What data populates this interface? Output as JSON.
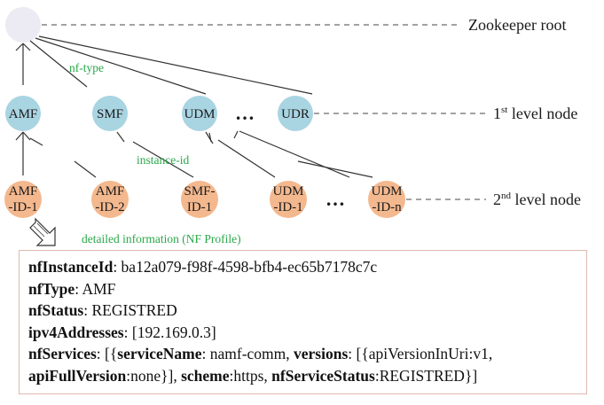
{
  "root": {
    "label": "Zookeeper root"
  },
  "edge_labels": {
    "nf_type": "nf-type",
    "instance_id": "instance-id",
    "details": "detailed information (NF Profile)"
  },
  "level1": {
    "label_main": "1",
    "label_sup": "st",
    "label_rest": " level node",
    "nodes": [
      "AMF",
      "SMF",
      "UDM",
      "UDR"
    ],
    "ellipsis": "…"
  },
  "level2": {
    "label_main": "2",
    "label_sup": "nd",
    "label_rest": " level node",
    "nodes": [
      {
        "line1": "AMF",
        "line2": "-ID-1"
      },
      {
        "line1": "AMF",
        "line2": "-ID-2"
      },
      {
        "line1": "SMF-",
        "line2": "ID-1"
      },
      {
        "line1": "UDM",
        "line2": "-ID-1"
      },
      {
        "line1": "UDM",
        "line2": "-ID-n"
      }
    ],
    "ellipsis": "…"
  },
  "colors": {
    "root": "#eceaf2",
    "level1": "#a9d4e2",
    "level2": "#f4b88e",
    "edge_label": "#2aa84a"
  },
  "profile": {
    "nfInstanceId_key": "nfInstanceId",
    "nfInstanceId_val": ": ba12a079-f98f-4598-bfb4-ec65b7178c7c",
    "nfType_key": "nfType",
    "nfType_val": ": AMF",
    "nfStatus_key": "nfStatus",
    "nfStatus_val": ": REGISTRED",
    "ipv4_key": "ipv4Addresses",
    "ipv4_val": ": [192.169.0.3]",
    "nfServices_key": "nfServices",
    "nfServices_p1": ": [{",
    "serviceName_key": "serviceName",
    "serviceName_val": ": namf-comm, ",
    "versions_key": "versions",
    "versions_val": ": [{apiVersionInUri:v1,",
    "apiFullVersion_key": "apiFullVersion",
    "apiFullVersion_val": ":none}], ",
    "scheme_key": "scheme",
    "scheme_val": ":https, ",
    "nfServiceStatus_key": "nfServiceStatus",
    "nfServiceStatus_val": ":REGISTRED}]"
  }
}
